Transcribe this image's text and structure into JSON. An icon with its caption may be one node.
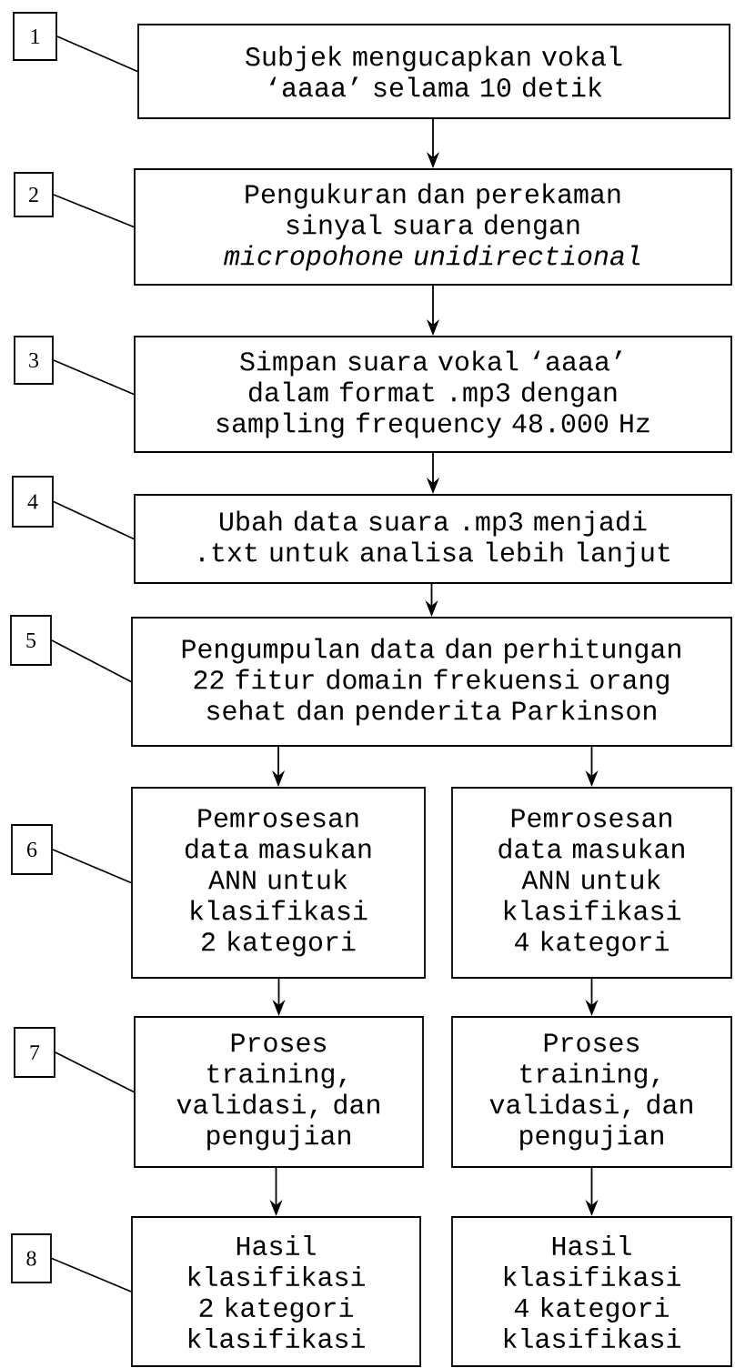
{
  "diagram": {
    "nodes": [
      {
        "text": [
          "1"
        ]
      },
      {
        "text": [
          "Subjek mengucapkan vokal ‘aaaa’ selama 10 detik"
        ]
      },
      {
        "text": [
          "2"
        ]
      },
      {
        "text": [
          "Pengukuran dan perekaman sinyal suara dengan *micropohone unidirectional*"
        ]
      },
      {
        "text": [
          "3"
        ]
      },
      {
        "text": [
          "Simpan suara vokal ‘aaaa’ dalam format .mp3 dengan sampling frequency 48.000 Hz"
        ]
      },
      {
        "text": [
          "4"
        ]
      },
      {
        "text": [
          "Ubah data suara .mp3 menjadi .txt untuk analisa lebih lanjut"
        ]
      },
      {
        "text": [
          "5"
        ]
      },
      {
        "text": [
          "Pengumpulan data dan perhitungan 22 fitur domain frekuensi orang sehat dan penderita Parkinson"
        ]
      },
      {
        "text": [
          "6"
        ]
      },
      {
        "text": [
          "Pemrosesan data masukan ANN untuk klasifikasi 2 kategori"
        ]
      },
      {
        "text": [
          "Pemrosesan data masukan ANN untuk klasifikasi 4 kategori"
        ]
      },
      {
        "text": [
          "7"
        ]
      },
      {
        "text": [
          "Proses training, validasi, dan pengujian"
        ]
      },
      {
        "text": [
          "Proses training, validasi, dan pengujian"
        ]
      },
      {
        "text": [
          "8"
        ]
      },
      {
        "text": [
          "Hasil klasifikasi 2 kategori klasifikasi"
        ]
      },
      {
        "text": [
          "Hasil klasifikasi 4 kategori klasifikasi"
        ]
      }
    ],
    "edges": [
      {
        "from": 1,
        "to": 3,
        "arrow": "to"
      },
      {
        "from": 3,
        "to": 5,
        "arrow": "to"
      },
      {
        "from": 5,
        "to": 7,
        "arrow": "to"
      },
      {
        "from": 7,
        "to": 9,
        "arrow": "to"
      },
      {
        "from": 9,
        "to": 11,
        "arrow": "to"
      },
      {
        "from": 9,
        "to": 12,
        "arrow": "to"
      },
      {
        "from": 11,
        "to": 14,
        "arrow": "to"
      },
      {
        "from": 12,
        "to": 15,
        "arrow": "to"
      },
      {
        "from": 14,
        "to": 17,
        "arrow": "to"
      },
      {
        "from": 15,
        "to": 18,
        "arrow": "to"
      },
      {
        "from": 0,
        "to": 1,
        "arrow": "none"
      },
      {
        "from": 2,
        "to": 3,
        "arrow": "none"
      },
      {
        "from": 4,
        "to": 5,
        "arrow": "none"
      },
      {
        "from": 6,
        "to": 7,
        "arrow": "none"
      },
      {
        "from": 8,
        "to": 9,
        "arrow": "none"
      },
      {
        "from": 10,
        "to": 11,
        "arrow": "none"
      },
      {
        "from": 13,
        "to": 14,
        "arrow": "none"
      },
      {
        "from": 16,
        "to": 17,
        "arrow": "none"
      }
    ]
  }
}
